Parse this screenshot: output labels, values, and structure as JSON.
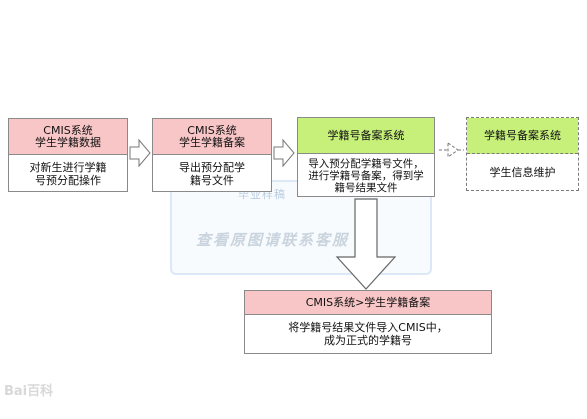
{
  "boxes": {
    "cmis_data": {
      "title": "CMIS系统\n学生学籍数据",
      "desc": "对新生进行学籍\n号预分配操作"
    },
    "cmis_record": {
      "title": "CMIS系统\n学生学籍备案",
      "desc": "导出预分配学\n籍号文件"
    },
    "xjh_system": {
      "title": "学籍号备案系统",
      "desc": "导入预分配学籍号文件，\n进行学籍号备案，得到学\n籍号结果文件"
    },
    "xjh_system_2": {
      "title": "学籍号备案系统",
      "desc": "学生信息维护"
    },
    "cmis_final": {
      "title": "CMIS系统>学生学籍备案",
      "desc": "将学籍号结果文件导入CMIS中，\n成为正式的学籍号"
    }
  },
  "watermark": {
    "top": "毕业样稿",
    "main": "查看原图请联系客服"
  },
  "logo": "Bai百科",
  "colors": {
    "pink": "#f8c6c6",
    "green": "#c6f07a",
    "border": "#8a8a8a"
  }
}
